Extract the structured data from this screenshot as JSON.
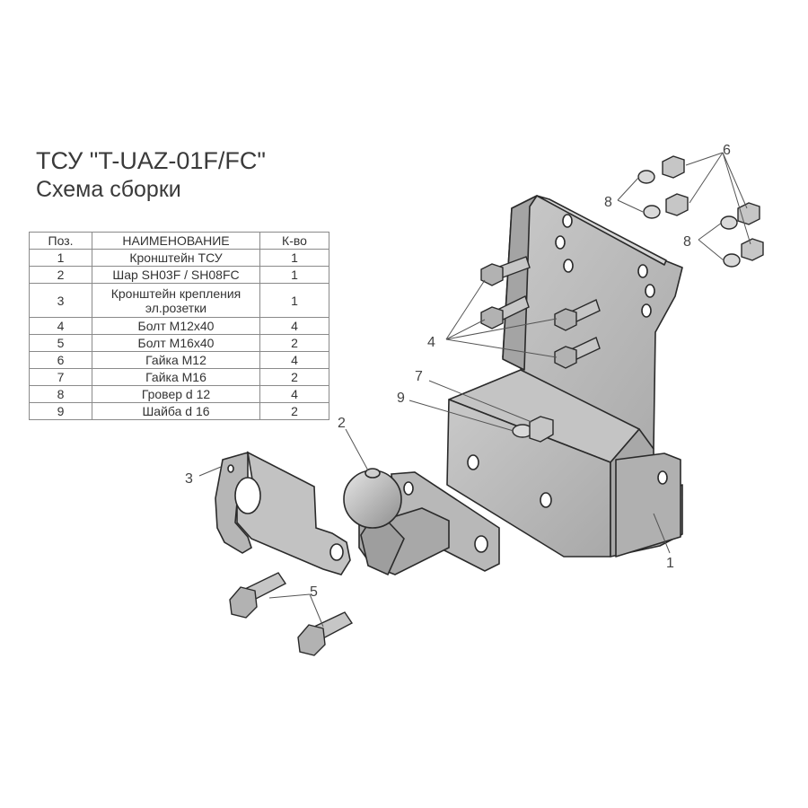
{
  "title": "ТСУ \"T-UAZ-01F/FC\"",
  "subtitle": "Схема сборки",
  "table": {
    "headers": [
      "Поз.",
      "НАИМЕНОВАНИЕ",
      "К-во"
    ],
    "rows": [
      {
        "pos": "1",
        "name": "Кронштейн ТСУ",
        "qty": "1"
      },
      {
        "pos": "2",
        "name": "Шар SH03F / SH08FC",
        "qty": "1"
      },
      {
        "pos": "3",
        "name": "Кронштейн крепления эл.розетки",
        "qty": "1"
      },
      {
        "pos": "4",
        "name": "Болт М12х40",
        "qty": "4"
      },
      {
        "pos": "5",
        "name": "Болт М16х40",
        "qty": "2"
      },
      {
        "pos": "6",
        "name": "Гайка М12",
        "qty": "4"
      },
      {
        "pos": "7",
        "name": "Гайка М16",
        "qty": "2"
      },
      {
        "pos": "8",
        "name": "Гровер d 12",
        "qty": "4"
      },
      {
        "pos": "9",
        "name": "Шайба d 16",
        "qty": "2"
      }
    ]
  },
  "callouts": {
    "c1": "1",
    "c2": "2",
    "c3": "3",
    "c4": "4",
    "c5": "5",
    "c6": "6",
    "c7": "7",
    "c8a": "8",
    "c8b": "8",
    "c9": "9"
  },
  "colors": {
    "part_fill": "#b9b9b9",
    "part_dark": "#9a9a9a",
    "outline": "#2a2a2a",
    "leader": "#555555"
  }
}
